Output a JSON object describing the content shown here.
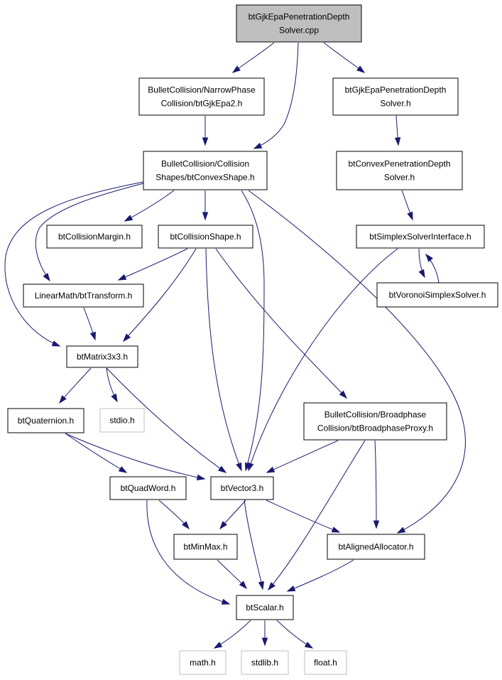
{
  "colors": {
    "edge": "#191970",
    "root_fill": "#bfbfbf",
    "node_border": "#000000",
    "external_border": "#bfbfbf"
  },
  "nodes": {
    "root": {
      "lines": [
        "btGjkEpaPenetrationDepth",
        "Solver.cpp"
      ],
      "kind": "root"
    },
    "btGjkEpa2": {
      "lines": [
        "BulletCollision/NarrowPhase",
        "Collision/btGjkEpa2.h"
      ],
      "kind": "normal"
    },
    "btGjkEpaPDS": {
      "lines": [
        "btGjkEpaPenetrationDepth",
        "Solver.h"
      ],
      "kind": "normal"
    },
    "btConvexShape": {
      "lines": [
        "BulletCollision/Collision",
        "Shapes/btConvexShape.h"
      ],
      "kind": "normal"
    },
    "btConvexPDS": {
      "lines": [
        "btConvexPenetrationDepth",
        "Solver.h"
      ],
      "kind": "normal"
    },
    "btCollisionMargin": {
      "lines": [
        "btCollisionMargin.h"
      ],
      "kind": "normal"
    },
    "btCollisionShape": {
      "lines": [
        "btCollisionShape.h"
      ],
      "kind": "normal"
    },
    "btSimplexSolverInterface": {
      "lines": [
        "btSimplexSolverInterface.h"
      ],
      "kind": "normal"
    },
    "btTransform": {
      "lines": [
        "LinearMath/btTransform.h"
      ],
      "kind": "normal"
    },
    "btVoronoiSimplexSolver": {
      "lines": [
        "btVoronoiSimplexSolver.h"
      ],
      "kind": "normal"
    },
    "btMatrix3x3": {
      "lines": [
        "btMatrix3x3.h"
      ],
      "kind": "normal"
    },
    "btQuaternion": {
      "lines": [
        "btQuaternion.h"
      ],
      "kind": "normal"
    },
    "stdio": {
      "lines": [
        "stdio.h"
      ],
      "kind": "external"
    },
    "btBroadphaseProxy": {
      "lines": [
        "BulletCollision/Broadphase",
        "Collision/btBroadphaseProxy.h"
      ],
      "kind": "normal"
    },
    "btQuadWord": {
      "lines": [
        "btQuadWord.h"
      ],
      "kind": "normal"
    },
    "btVector3": {
      "lines": [
        "btVector3.h"
      ],
      "kind": "normal"
    },
    "btMinMax": {
      "lines": [
        "btMinMax.h"
      ],
      "kind": "normal"
    },
    "btAlignedAllocator": {
      "lines": [
        "btAlignedAllocator.h"
      ],
      "kind": "normal"
    },
    "btScalar": {
      "lines": [
        "btScalar.h"
      ],
      "kind": "normal"
    },
    "math": {
      "lines": [
        "math.h"
      ],
      "kind": "external"
    },
    "stdlib": {
      "lines": [
        "stdlib.h"
      ],
      "kind": "external"
    },
    "float": {
      "lines": [
        "float.h"
      ],
      "kind": "external"
    }
  },
  "edges": [
    [
      "root",
      "btGjkEpa2"
    ],
    [
      "root",
      "btConvexShape"
    ],
    [
      "root",
      "btGjkEpaPDS"
    ],
    [
      "btGjkEpa2",
      "btConvexShape"
    ],
    [
      "btGjkEpaPDS",
      "btConvexPDS"
    ],
    [
      "btConvexPDS",
      "btSimplexSolverInterface"
    ],
    [
      "btConvexShape",
      "btCollisionMargin"
    ],
    [
      "btConvexShape",
      "btCollisionShape"
    ],
    [
      "btConvexShape",
      "btTransform"
    ],
    [
      "btConvexShape",
      "btMatrix3x3"
    ],
    [
      "btConvexShape",
      "btVector3"
    ],
    [
      "btConvexShape",
      "btAlignedAllocator"
    ],
    [
      "btCollisionShape",
      "btTransform"
    ],
    [
      "btCollisionShape",
      "btMatrix3x3"
    ],
    [
      "btCollisionShape",
      "btVector3"
    ],
    [
      "btCollisionShape",
      "btBroadphaseProxy"
    ],
    [
      "btSimplexSolverInterface",
      "btVoronoiSimplexSolver"
    ],
    [
      "btVoronoiSimplexSolver",
      "btSimplexSolverInterface"
    ],
    [
      "btSimplexSolverInterface",
      "btVector3"
    ],
    [
      "btTransform",
      "btMatrix3x3"
    ],
    [
      "btMatrix3x3",
      "btQuaternion"
    ],
    [
      "btMatrix3x3",
      "stdio"
    ],
    [
      "btMatrix3x3",
      "btVector3"
    ],
    [
      "btQuaternion",
      "btQuadWord"
    ],
    [
      "btQuaternion",
      "btVector3"
    ],
    [
      "btBroadphaseProxy",
      "btVector3"
    ],
    [
      "btBroadphaseProxy",
      "btScalar"
    ],
    [
      "btBroadphaseProxy",
      "btAlignedAllocator"
    ],
    [
      "btQuadWord",
      "btMinMax"
    ],
    [
      "btQuadWord",
      "btScalar"
    ],
    [
      "btVector3",
      "btMinMax"
    ],
    [
      "btVector3",
      "btScalar"
    ],
    [
      "btVector3",
      "btAlignedAllocator"
    ],
    [
      "btMinMax",
      "btScalar"
    ],
    [
      "btAlignedAllocator",
      "btScalar"
    ],
    [
      "btScalar",
      "math"
    ],
    [
      "btScalar",
      "stdlib"
    ],
    [
      "btScalar",
      "float"
    ]
  ]
}
